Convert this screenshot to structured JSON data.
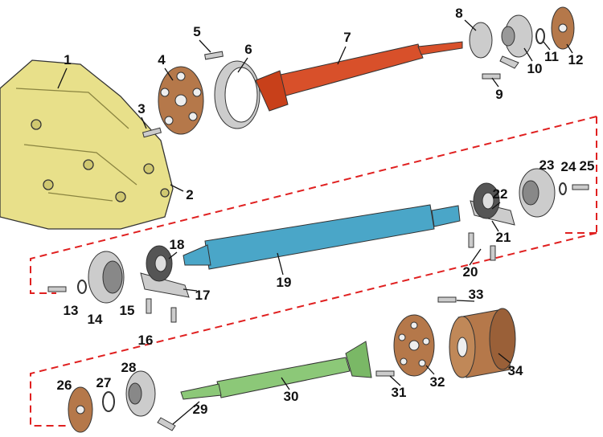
{
  "colors": {
    "housing": "#e8e08a",
    "front_shaft": "#d8502a",
    "middle_shaft": "#4aa6c8",
    "rear_shaft": "#8cc878",
    "rubber": "#b5784a",
    "metal": "#c8c8c8",
    "connector_line": "#e02020"
  },
  "labels": [
    "1",
    "2",
    "3",
    "4",
    "5",
    "6",
    "7",
    "8",
    "9",
    "10",
    "11",
    "12",
    "13",
    "14",
    "15",
    "16",
    "17",
    "18",
    "19",
    "20",
    "21",
    "22",
    "23",
    "24",
    "25",
    "26",
    "27",
    "28",
    "29",
    "30",
    "31",
    "32",
    "33",
    "34"
  ]
}
